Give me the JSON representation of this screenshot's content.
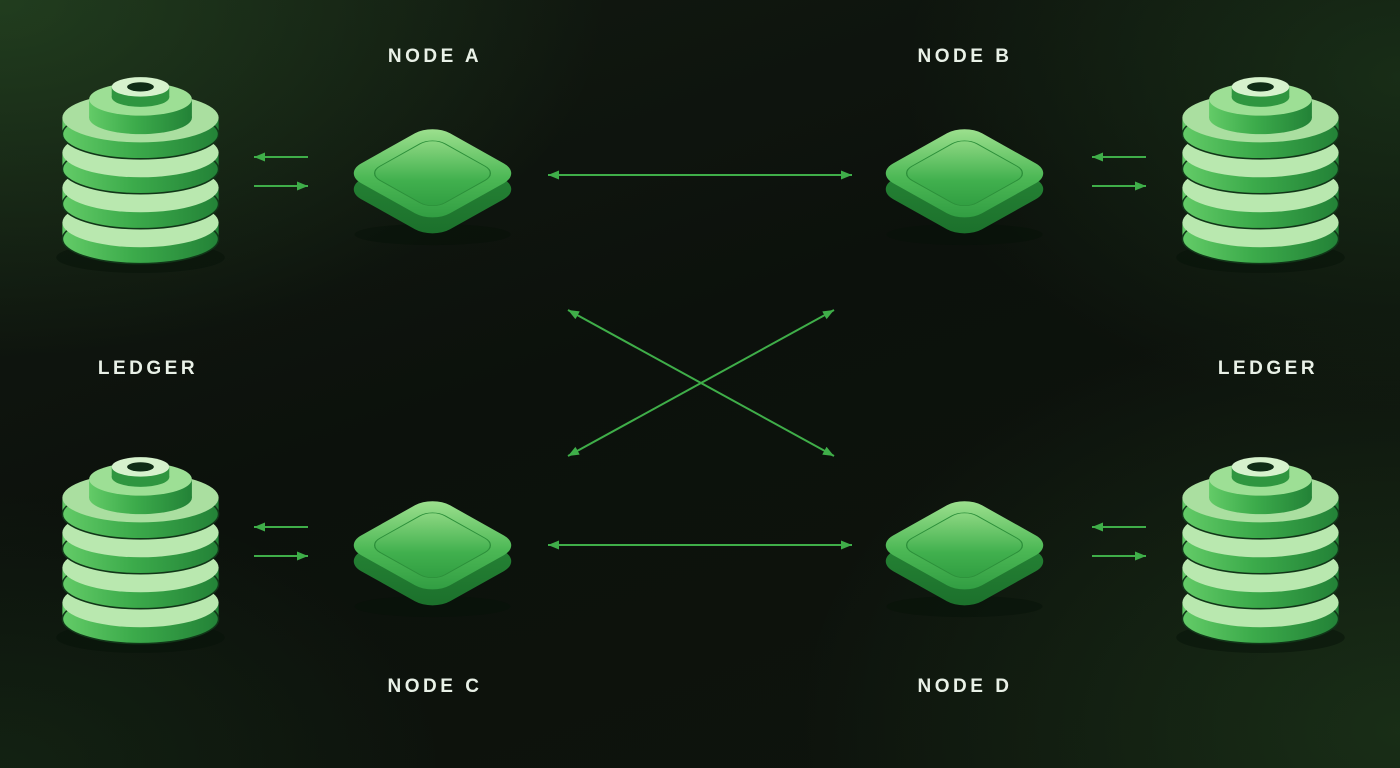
{
  "nodes": [
    {
      "id": "node-a",
      "label": "NODE A"
    },
    {
      "id": "node-b",
      "label": "NODE B"
    },
    {
      "id": "node-c",
      "label": "NODE C"
    },
    {
      "id": "node-d",
      "label": "NODE D"
    }
  ],
  "ledgers": [
    {
      "id": "ledger-left",
      "label": "LEDGER"
    },
    {
      "id": "ledger-right",
      "label": "LEDGER"
    }
  ],
  "connections": [
    {
      "from": "ledger-left",
      "to": "node-a",
      "type": "two-way-pair"
    },
    {
      "from": "node-a",
      "to": "node-b",
      "type": "bidirectional"
    },
    {
      "from": "node-b",
      "to": "ledger-right",
      "type": "two-way-pair"
    },
    {
      "from": "node-a",
      "to": "node-d",
      "type": "bidirectional"
    },
    {
      "from": "node-c",
      "to": "node-b",
      "type": "bidirectional"
    },
    {
      "from": "ledger-left",
      "to": "node-c",
      "type": "two-way-pair"
    },
    {
      "from": "node-c",
      "to": "node-d",
      "type": "bidirectional"
    },
    {
      "from": "node-d",
      "to": "ledger-right",
      "type": "two-way-pair"
    }
  ],
  "colors": {
    "accent": "#3FAE49",
    "background": "#0D120C",
    "label": "#E9F1E7"
  }
}
